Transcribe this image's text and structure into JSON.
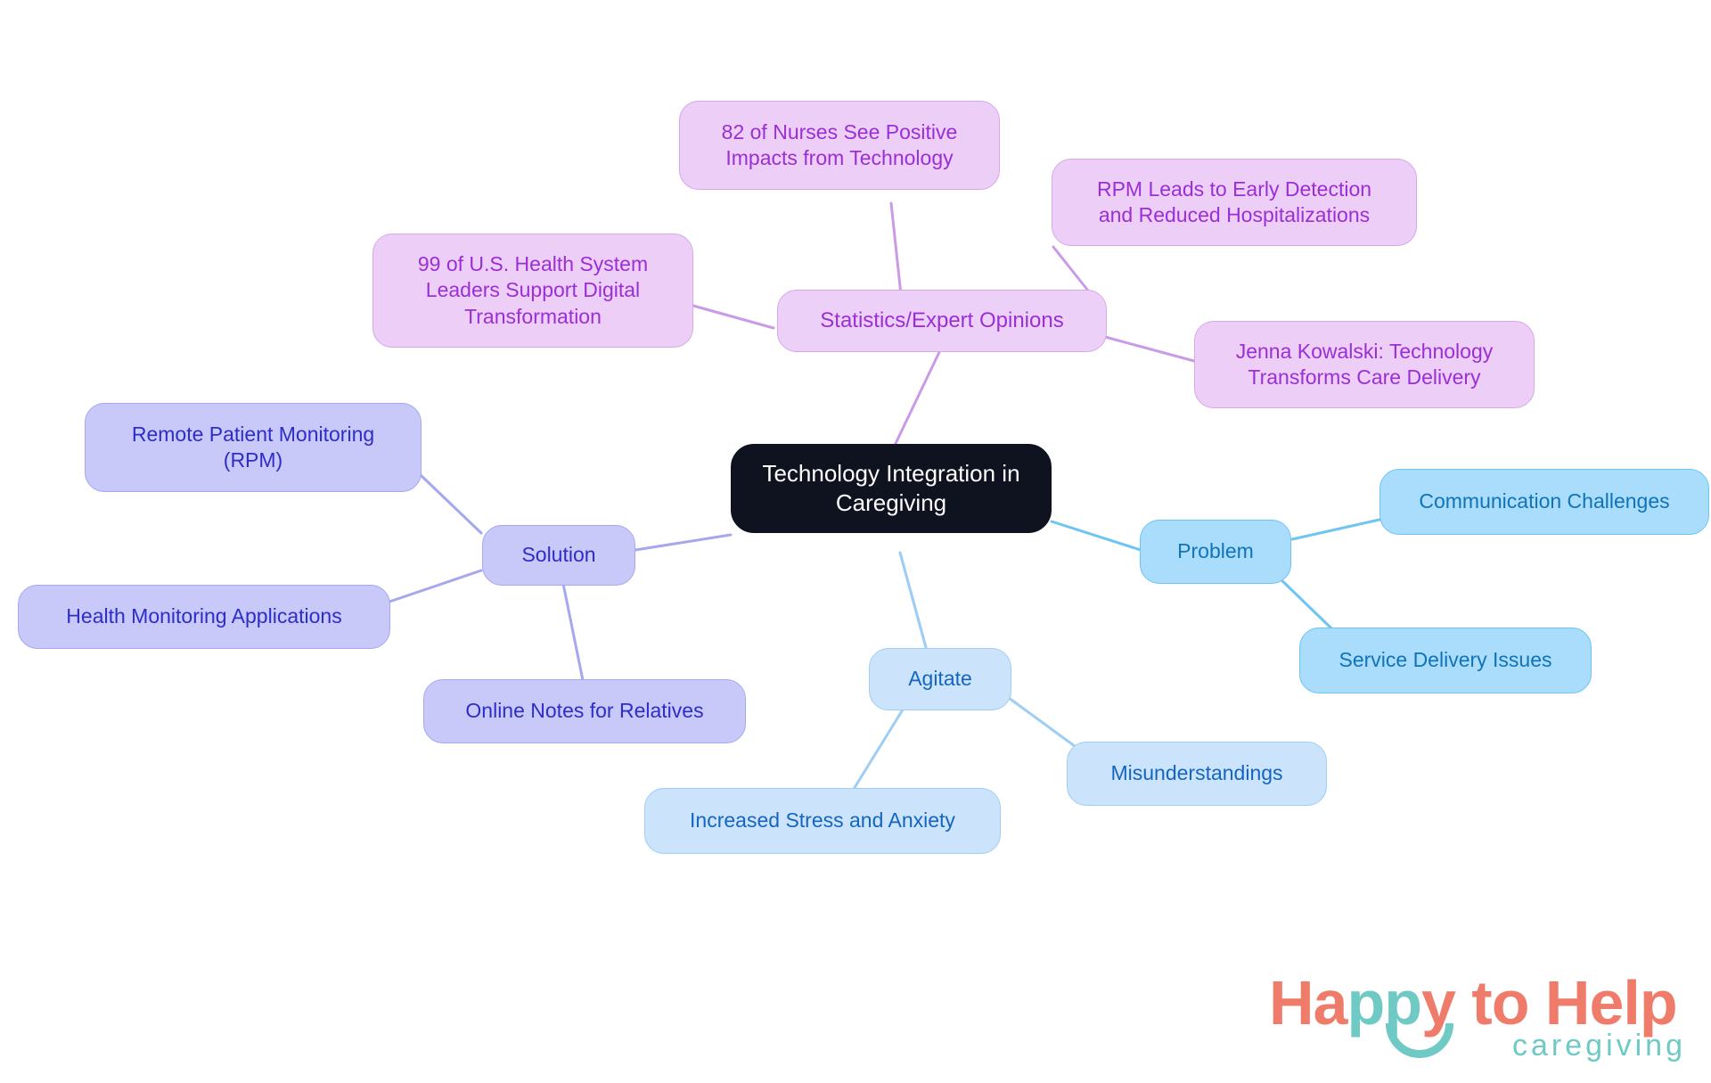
{
  "diagram": {
    "type": "mindmap",
    "title": "Technology Integration in Caregiving",
    "background": "#ffffff",
    "root": {
      "label": "Technology Integration in\nCaregiving",
      "fill": "#0f1320",
      "text_color": "#ffffff"
    },
    "branches": [
      {
        "id": "statistics",
        "label": "Statistics/Expert Opinions",
        "fill": "#edd0f7",
        "stroke": "#d6a8ea",
        "text_color": "#9b2fd6",
        "children": [
          {
            "id": "stat-nurses",
            "label": "82 of Nurses See Positive\nImpacts from Technology"
          },
          {
            "id": "stat-leaders",
            "label": "99 of U.S. Health System\nLeaders Support Digital\nTransformation"
          },
          {
            "id": "stat-rpm",
            "label": "RPM Leads to Early Detection\nand Reduced Hospitalizations"
          },
          {
            "id": "stat-kowalski",
            "label": "Jenna Kowalski: Technology\nTransforms Care Delivery"
          }
        ]
      },
      {
        "id": "solution",
        "label": "Solution",
        "fill": "#c8c9f8",
        "stroke": "#a5a7ef",
        "text_color": "#2d2dc9",
        "children": [
          {
            "id": "sol-rpm",
            "label": "Remote Patient Monitoring\n(RPM)"
          },
          {
            "id": "sol-apps",
            "label": "Health Monitoring Applications"
          },
          {
            "id": "sol-notes",
            "label": "Online Notes for Relatives"
          }
        ]
      },
      {
        "id": "problem",
        "label": "Problem",
        "fill": "#a9ddfb",
        "stroke": "#6ec4f2",
        "text_color": "#1173b8",
        "children": [
          {
            "id": "prob-communication",
            "label": "Communication Challenges"
          },
          {
            "id": "prob-service",
            "label": "Service Delivery Issues"
          }
        ]
      },
      {
        "id": "agitate",
        "label": "Agitate",
        "fill": "#cbe4fb",
        "stroke": "#9fcdf3",
        "text_color": "#1565c0",
        "children": [
          {
            "id": "agit-misunderstandings",
            "label": "Misunderstandings"
          },
          {
            "id": "agit-stress",
            "label": "Increased Stress and Anxiety"
          }
        ]
      }
    ]
  },
  "logo": {
    "word_happy_ha": "Ha",
    "word_happy_pp": "pp",
    "word_happy_y": "y to Help",
    "tagline": "caregiving",
    "primary_color": "#ef7b6a",
    "secondary_color": "#6fc9c4"
  }
}
